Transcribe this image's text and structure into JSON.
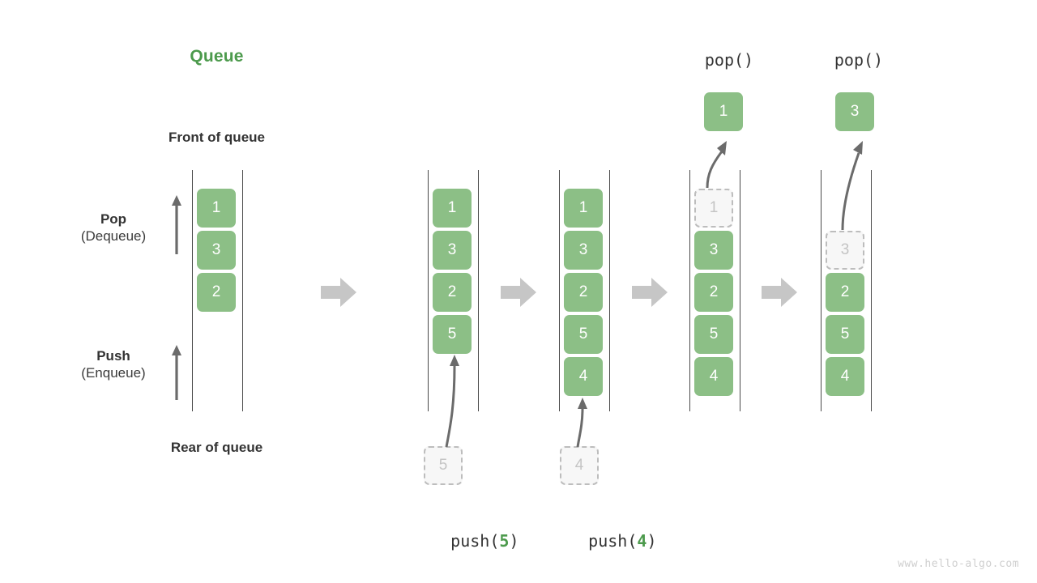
{
  "diagram": {
    "title": "Queue",
    "title_color": "#4c9a4c",
    "element_color": "#8cbf86",
    "ghost_color": "#f7f7f7",
    "ghost_border_color": "#bdbdbd",
    "arrow_color": "#c6c6c6",
    "labels": {
      "front_of_queue": "Front of queue",
      "rear_of_queue": "Rear of queue",
      "pop_main": "Pop",
      "pop_sub": "(Dequeue)",
      "push_main": "Push",
      "push_sub": "(Enqueue)"
    },
    "watermark": "www.hello-algo.com",
    "step_arrow_icon": "right-block-arrow"
  },
  "stages": [
    {
      "id": "initial",
      "caption": "",
      "caption_prefix": "",
      "caption_value": "",
      "caption_suffix": "",
      "cells": [
        {
          "value": "1",
          "state": "filled"
        },
        {
          "value": "3",
          "state": "filled"
        },
        {
          "value": "2",
          "state": "filled"
        }
      ],
      "external": null,
      "popped": null
    },
    {
      "id": "push-5",
      "caption": "push(5)",
      "caption_prefix": "push(",
      "caption_value": "5",
      "caption_suffix": ")",
      "cells": [
        {
          "value": "1",
          "state": "filled"
        },
        {
          "value": "3",
          "state": "filled"
        },
        {
          "value": "2",
          "state": "filled"
        },
        {
          "value": "5",
          "state": "filled"
        }
      ],
      "external": {
        "value": "5",
        "state": "ghost"
      },
      "popped": null
    },
    {
      "id": "push-4",
      "caption": "push(4)",
      "caption_prefix": "push(",
      "caption_value": "4",
      "caption_suffix": ")",
      "cells": [
        {
          "value": "1",
          "state": "filled"
        },
        {
          "value": "3",
          "state": "filled"
        },
        {
          "value": "2",
          "state": "filled"
        },
        {
          "value": "5",
          "state": "filled"
        },
        {
          "value": "4",
          "state": "filled"
        }
      ],
      "external": {
        "value": "4",
        "state": "ghost"
      },
      "popped": null
    },
    {
      "id": "pop-1",
      "caption": "pop()",
      "caption_prefix": "pop()",
      "caption_value": "",
      "caption_suffix": "",
      "cells": [
        {
          "value": "1",
          "state": "ghost"
        },
        {
          "value": "3",
          "state": "filled"
        },
        {
          "value": "2",
          "state": "filled"
        },
        {
          "value": "5",
          "state": "filled"
        },
        {
          "value": "4",
          "state": "filled"
        }
      ],
      "external": null,
      "popped": {
        "value": "1",
        "state": "popped"
      }
    },
    {
      "id": "pop-3",
      "caption": "pop()",
      "caption_prefix": "pop()",
      "caption_value": "",
      "caption_suffix": "",
      "cells": [
        {
          "value": "",
          "state": "empty"
        },
        {
          "value": "3",
          "state": "ghost"
        },
        {
          "value": "2",
          "state": "filled"
        },
        {
          "value": "5",
          "state": "filled"
        },
        {
          "value": "4",
          "state": "filled"
        }
      ],
      "external": null,
      "popped": {
        "value": "3",
        "state": "popped"
      }
    }
  ]
}
